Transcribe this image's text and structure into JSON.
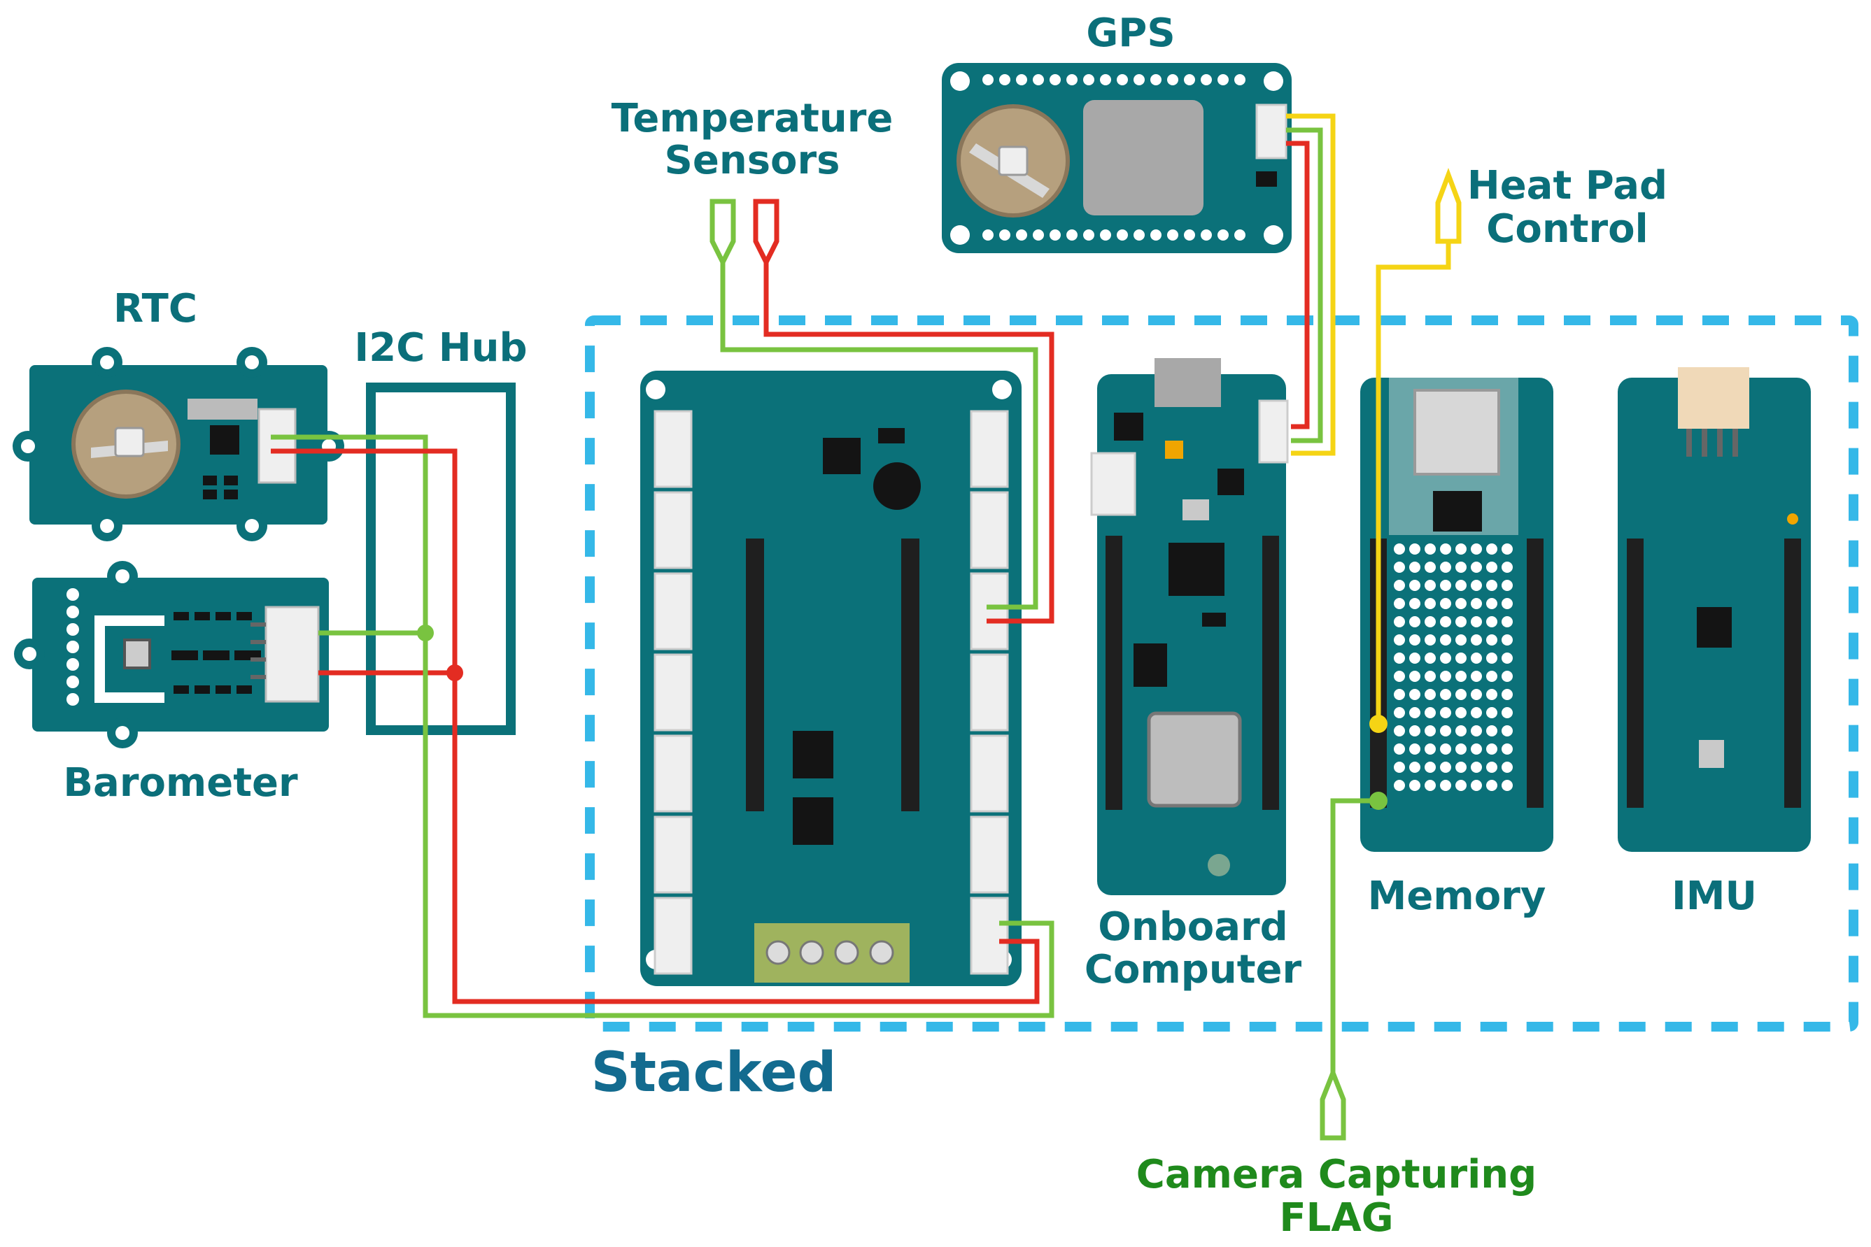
{
  "labels": {
    "gps": "GPS",
    "temperature_line1": "Temperature",
    "temperature_line2": "Sensors",
    "heat_pad_line1": "Heat Pad",
    "heat_pad_line2": "Control",
    "rtc": "RTC",
    "i2c_hub": "I2C Hub",
    "barometer": "Barometer",
    "onboard_line1": "Onboard",
    "onboard_line2": "Computer",
    "memory": "Memory",
    "imu": "IMU",
    "stacked": "Stacked",
    "camera_line1": "Camera Capturing",
    "camera_line2": "FLAG"
  },
  "colors": {
    "board": "#0b7179",
    "board_dark": "#085a60",
    "label_teal": "#0b6f7a",
    "label_stacked": "#136b8f",
    "label_green": "#1f8a1c",
    "wire_red": "#e32c22",
    "wire_green": "#79c340",
    "wire_yellow": "#f5d415",
    "dash_blue": "#35b8e8",
    "connector": "#efefef",
    "chip": "#141414",
    "coin_cell": "#b6a07e",
    "terminal_block": "#9fb35e",
    "header_pin": "#1f1f1f"
  }
}
